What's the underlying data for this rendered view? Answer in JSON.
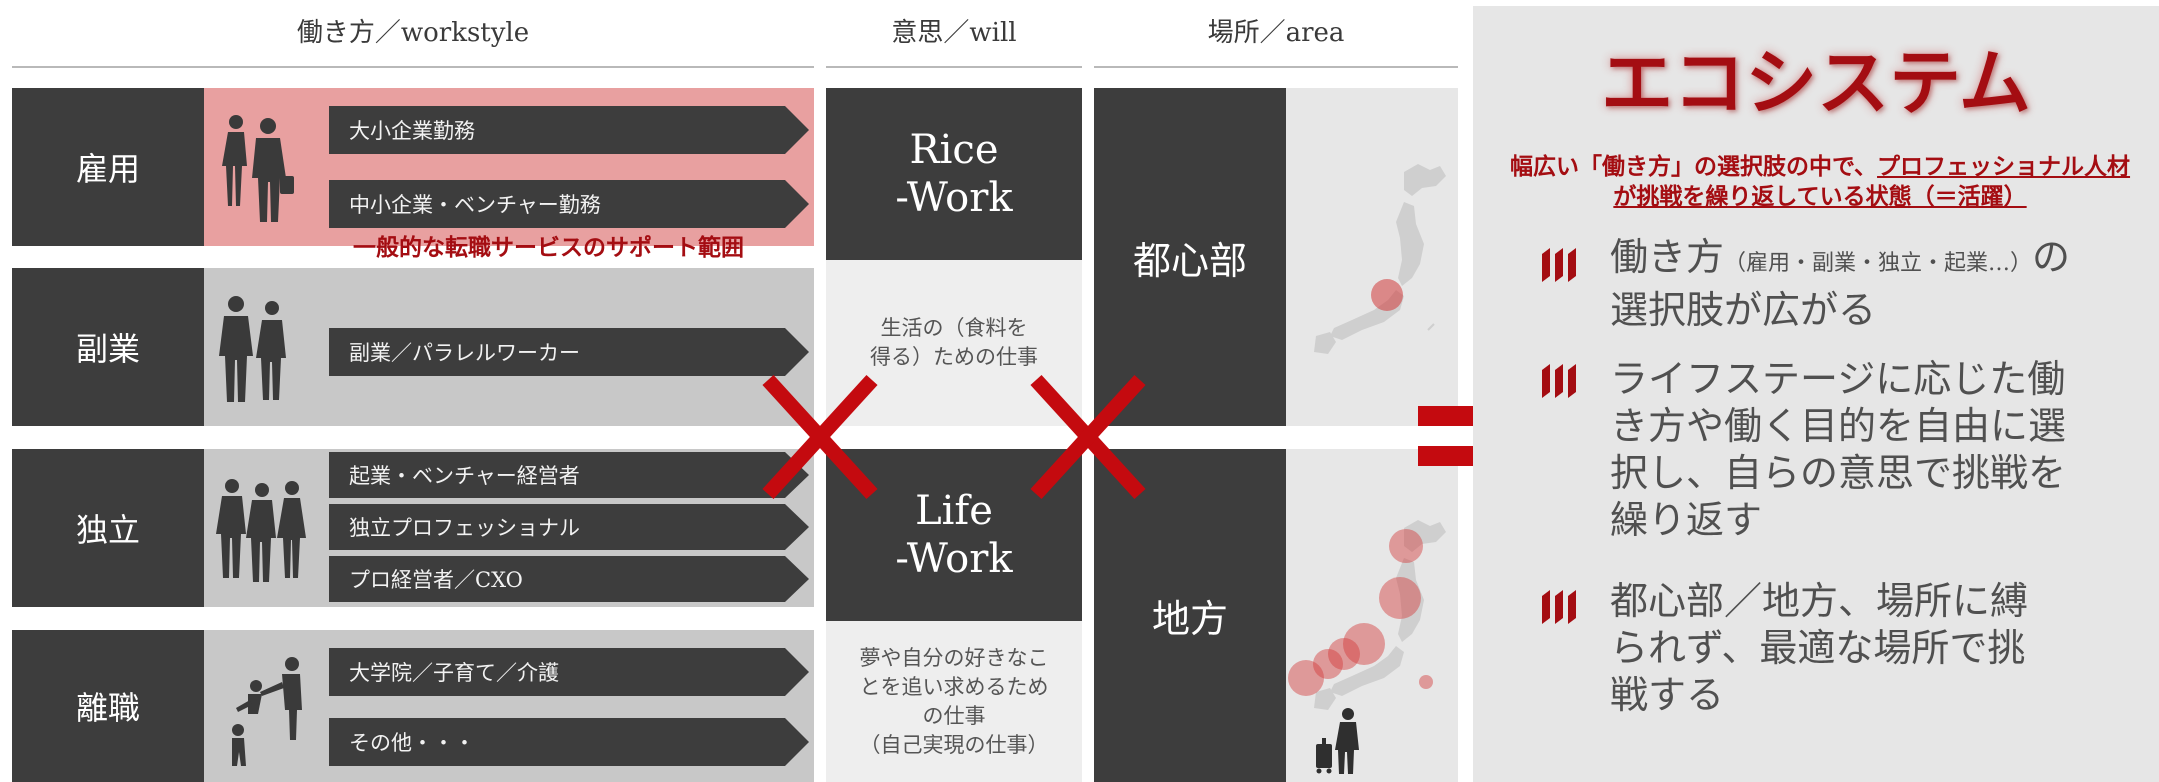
{
  "headers": {
    "workstyle": "働き方／workstyle",
    "will": "意思／will",
    "area": "場所／area"
  },
  "rows": [
    {
      "label": "雇用",
      "items": [
        "大小企業勤務",
        "中小企業・ベンチャー勤務"
      ]
    },
    {
      "label": "副業",
      "items": [
        "副業／パラレルワーカー"
      ]
    },
    {
      "label": "独立",
      "items": [
        "起業・ベンチャー経営者",
        "独立プロフェッショナル",
        "プロ経営者／CXO"
      ]
    },
    {
      "label": "離職",
      "items": [
        "大学院／子育て／介護",
        "その他・・・"
      ]
    }
  ],
  "support_caption": "一般的な転職サービスのサポート範囲",
  "will": {
    "rice_title": "Rice\n-Work",
    "rice_desc": "生活の（食料を\n得る）ための仕事",
    "life_title": "Life\n-Work",
    "life_desc": "夢や自分の好きなこ\nとを追い求めるため\nの仕事\n（自己実現の仕事）"
  },
  "area": {
    "urban": "都心部",
    "regional": "地方"
  },
  "ecosystem": {
    "title": "エコシステム",
    "subtitle_plain": "幅広い「働き方」の選択肢の中で、",
    "subtitle_underline1": "プロフェッショナル人材",
    "subtitle_underline2": "が挑戦を繰り返している状態（＝活躍）",
    "bullet1_a": "働き方",
    "bullet1_small": "（雇用・副業・独立・起業…）",
    "bullet1_b": "の\n選択肢が広がる",
    "bullet2": "ライフステージに応じた働\nき方や働く目的を自由に選\n択し、自らの意思で挑戦を\n繰り返す",
    "bullet3": "都心部／地方、場所に縛\nられず、最適な場所で挑\n戦する"
  },
  "colors": {
    "dark": "#3d3d3d",
    "accent": "#a40d12",
    "pink": "#e8a0a0",
    "gray": "#c8c8c8"
  }
}
